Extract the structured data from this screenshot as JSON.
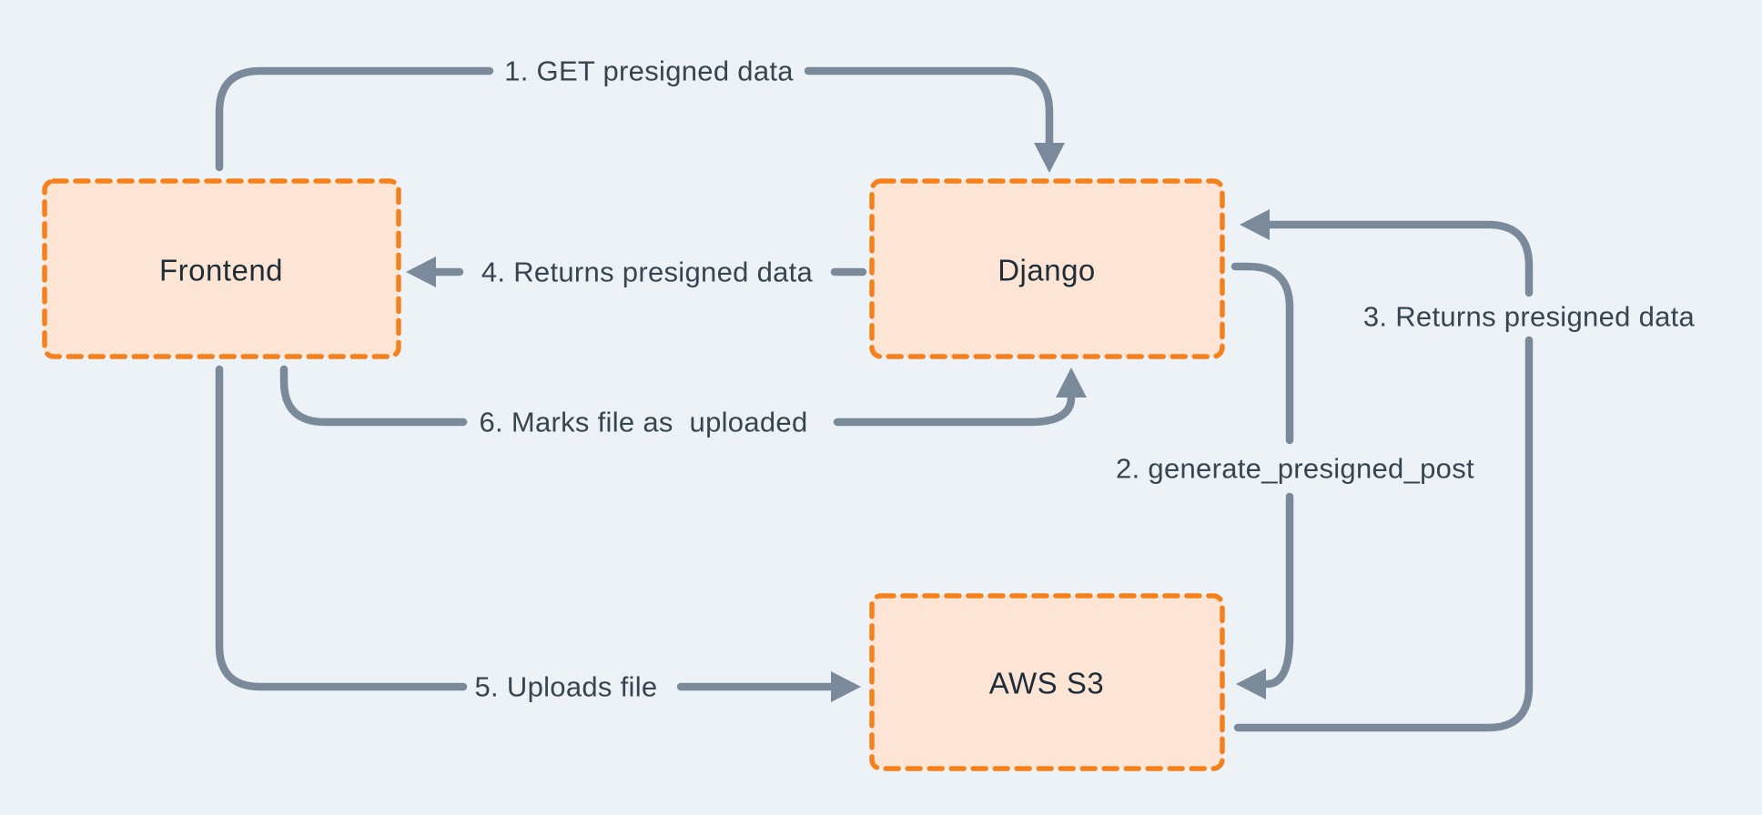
{
  "diagram": {
    "description": "Presigned upload flow between Frontend, Django and AWS S3",
    "colors": {
      "background": "#edf2f6",
      "node_fill": "#fce5d5",
      "node_border": "#f5811e",
      "arrow": "#7a8a9a",
      "edge_label_text": "#36454f",
      "node_label_text": "#1f2d39"
    },
    "nodes": [
      {
        "id": "frontend",
        "label": "Frontend"
      },
      {
        "id": "django",
        "label": "Django"
      },
      {
        "id": "aws-s3",
        "label": "AWS S3"
      }
    ],
    "edges": [
      {
        "id": "1",
        "label": "1. GET presigned data",
        "from": "Frontend",
        "to": "Django"
      },
      {
        "id": "2",
        "label": "2. generate_presigned_post",
        "from": "Django",
        "to": "AWS S3"
      },
      {
        "id": "3",
        "label": "3. Returns presigned data",
        "from": "AWS S3",
        "to": "Django"
      },
      {
        "id": "4",
        "label": "4. Returns presigned data",
        "from": "Django",
        "to": "Frontend"
      },
      {
        "id": "5",
        "label": "5. Uploads file",
        "from": "Frontend",
        "to": "AWS S3"
      },
      {
        "id": "6",
        "label": "6. Marks file as  uploaded",
        "from": "Frontend",
        "to": "Django"
      }
    ]
  }
}
